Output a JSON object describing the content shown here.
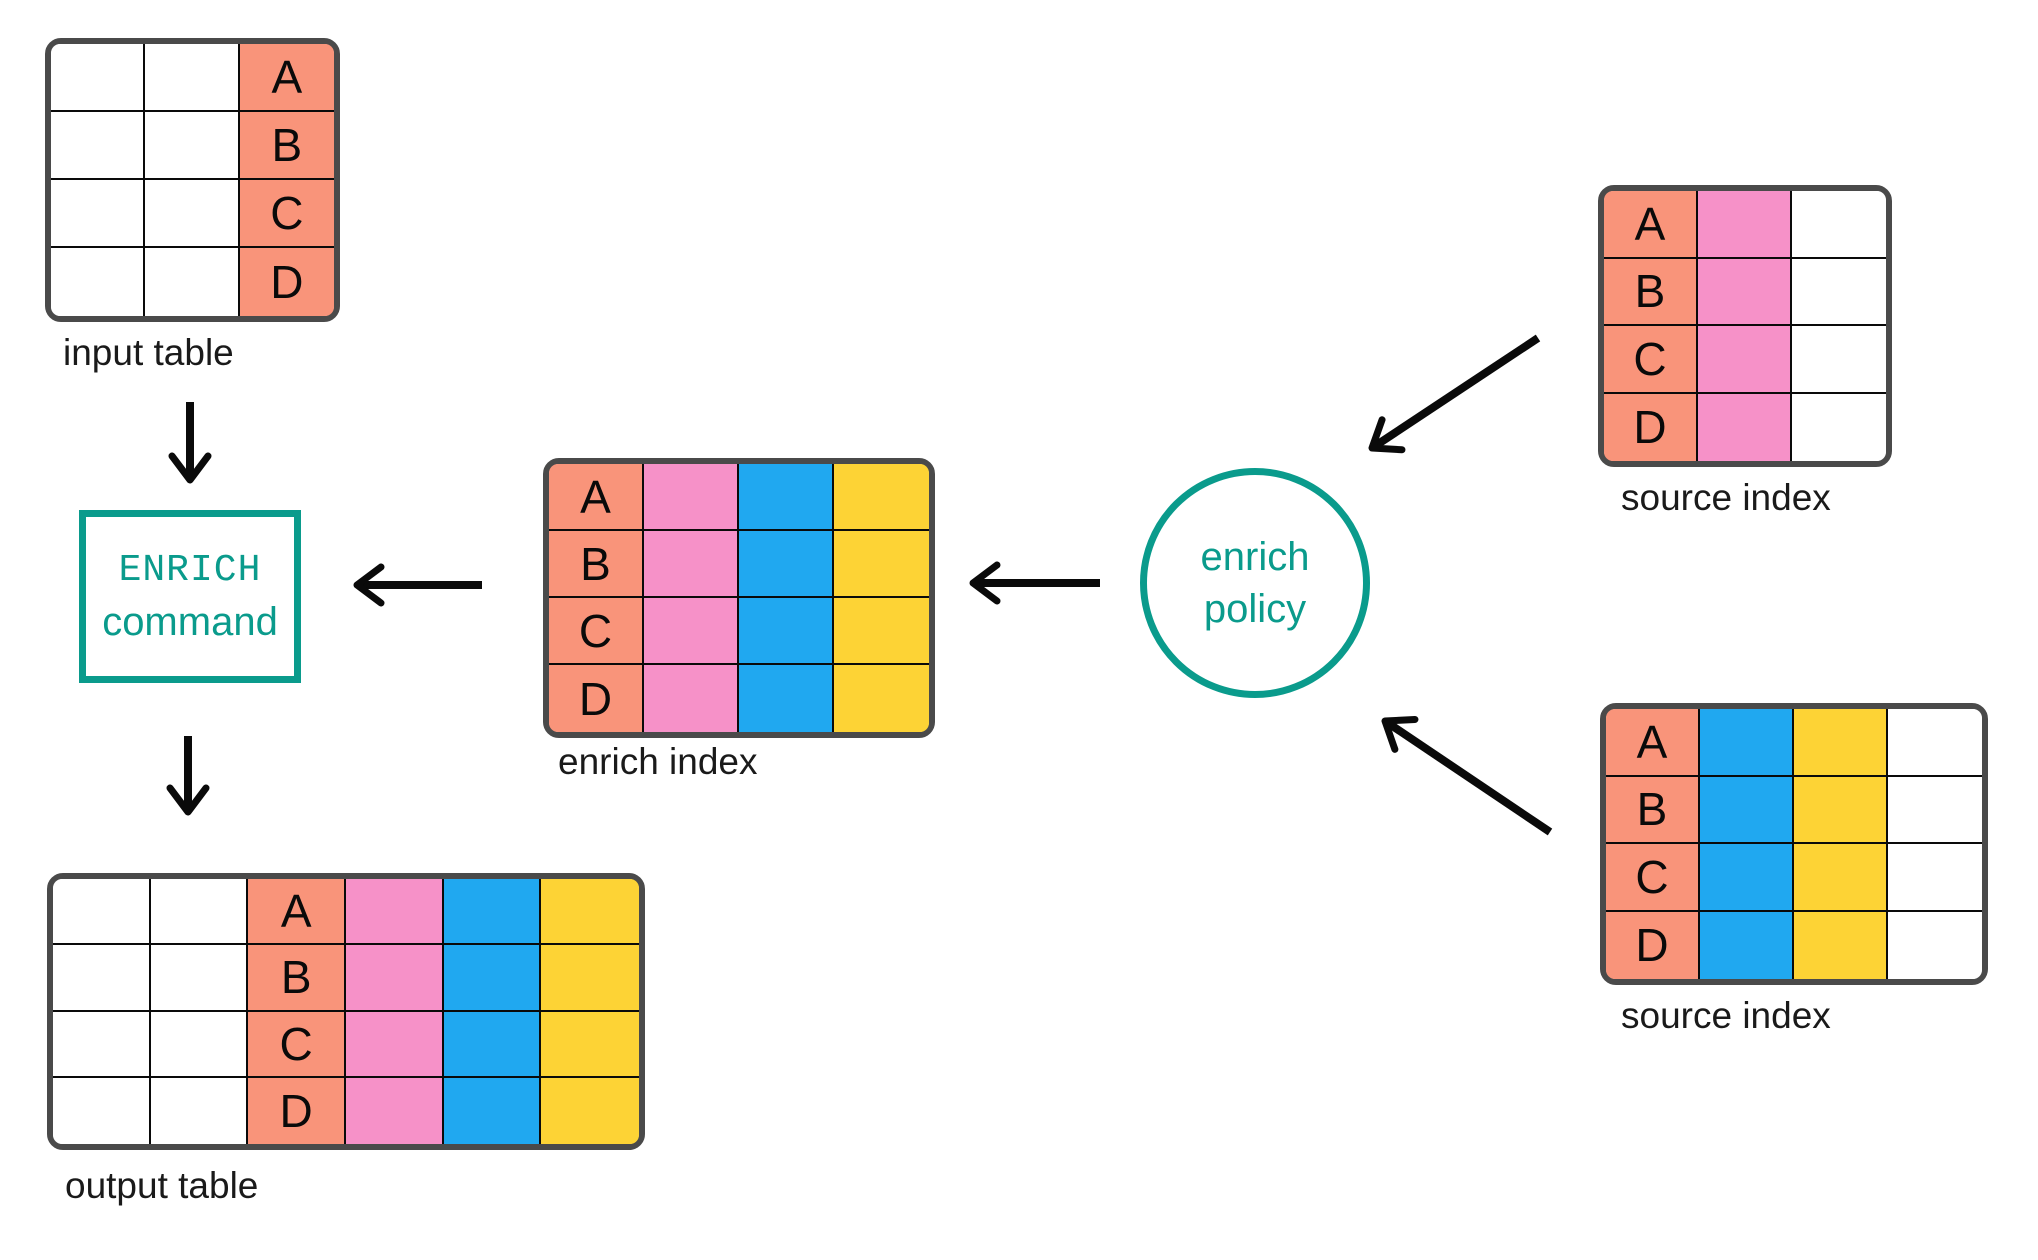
{
  "colors": {
    "salmon": "#F9947A",
    "pink": "#F691C8",
    "blue": "#20A8F0",
    "yellow": "#FDD335",
    "teal": "#0A9B8C",
    "table_border": "#4A4A4A",
    "grid_line": "#0A0A0A",
    "arrow": "#0A0A0A",
    "text": "#1A1A1A",
    "background": "#FFFFFF"
  },
  "row_letters": [
    "A",
    "B",
    "C",
    "D"
  ],
  "tables": {
    "input_table": {
      "label": "input table",
      "rows": 4,
      "columns": [
        {
          "fill": "white",
          "letters": false
        },
        {
          "fill": "white",
          "letters": false
        },
        {
          "fill": "salmon",
          "letters": true
        }
      ]
    },
    "enrich_index": {
      "label": "enrich index",
      "rows": 4,
      "columns": [
        {
          "fill": "salmon",
          "letters": true
        },
        {
          "fill": "pink",
          "letters": false
        },
        {
          "fill": "blue",
          "letters": false
        },
        {
          "fill": "yellow",
          "letters": false
        }
      ]
    },
    "source_index_top": {
      "label": "source index",
      "rows": 4,
      "columns": [
        {
          "fill": "salmon",
          "letters": true
        },
        {
          "fill": "pink",
          "letters": false
        },
        {
          "fill": "white",
          "letters": false
        }
      ]
    },
    "source_index_bottom": {
      "label": "source index",
      "rows": 4,
      "columns": [
        {
          "fill": "salmon",
          "letters": true
        },
        {
          "fill": "blue",
          "letters": false
        },
        {
          "fill": "yellow",
          "letters": false
        },
        {
          "fill": "white",
          "letters": false
        }
      ]
    },
    "output_table": {
      "label": "output table",
      "rows": 4,
      "columns": [
        {
          "fill": "white",
          "letters": false
        },
        {
          "fill": "white",
          "letters": false
        },
        {
          "fill": "salmon",
          "letters": true
        },
        {
          "fill": "pink",
          "letters": false
        },
        {
          "fill": "blue",
          "letters": false
        },
        {
          "fill": "yellow",
          "letters": false
        }
      ]
    }
  },
  "nodes": {
    "enrich_command": {
      "line1": "ENRICH",
      "line2": "command"
    },
    "enrich_policy": {
      "line1": "enrich",
      "line2": "policy"
    }
  }
}
